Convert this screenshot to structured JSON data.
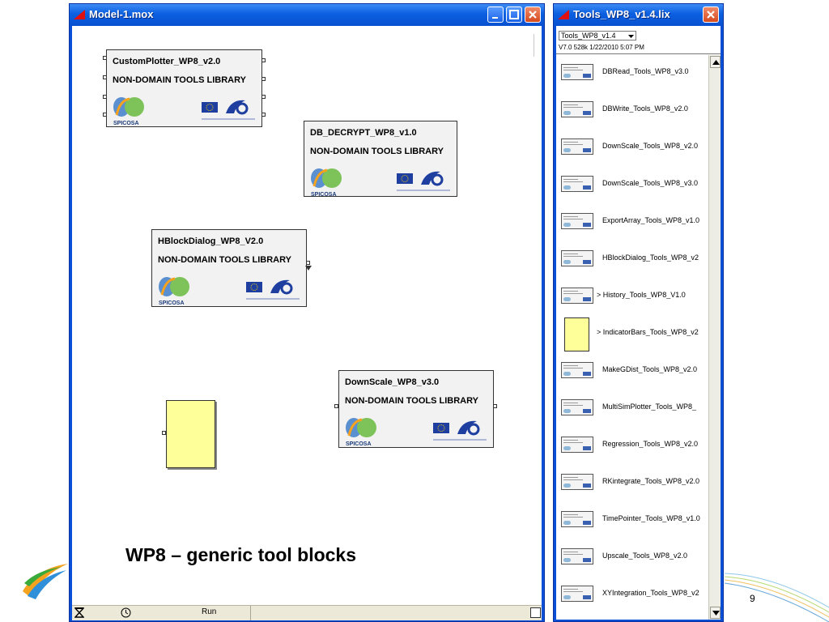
{
  "caption": "WP8 – generic tool blocks",
  "slide_number": "9",
  "model_window": {
    "title": "Model-1.mox",
    "status": {
      "run": "Run"
    },
    "blocks": [
      {
        "name": "CustomPlotter_WP8_v2.0",
        "library": "NON-DOMAIN TOOLS LIBRARY",
        "logo_text": "SPICOSA"
      },
      {
        "name": "DB_DECRYPT_WP8_v1.0",
        "library": "NON-DOMAIN TOOLS LIBRARY",
        "logo_text": "SPICOSA"
      },
      {
        "name": "HBlockDialog_WP8_V2.0",
        "library": "NON-DOMAIN TOOLS LIBRARY",
        "logo_text": "SPICOSA"
      },
      {
        "name": "DownScale_WP8_v3.0",
        "library": "NON-DOMAIN TOOLS LIBRARY",
        "logo_text": "SPICOSA"
      }
    ]
  },
  "tools_window": {
    "title": "Tools_WP8_v1.4.lix",
    "selector": "Tools_WP8_v1.4",
    "info": "V7.0   528k   1/22/2010 5:07 PM",
    "items": [
      {
        "label": "DBRead_Tools_WP8_v3.0"
      },
      {
        "label": "DBWrite_Tools_WP8_v2.0"
      },
      {
        "label": "DownScale_Tools_WP8_v2.0"
      },
      {
        "label": "DownScale_Tools_WP8_v3.0"
      },
      {
        "label": "ExportArray_Tools_WP8_v1.0"
      },
      {
        "label": "HBlockDialog_Tools_WP8_v2"
      },
      {
        "label": "> History_Tools_WP8_V1.0"
      },
      {
        "label": "> IndicatorBars_Tools_WP8_v2"
      },
      {
        "label": "MakeGDist_Tools_WP8_v2.0"
      },
      {
        "label": "MultiSimPlotter_Tools_WP8_"
      },
      {
        "label": "Regression_Tools_WP8_v2.0"
      },
      {
        "label": "RKintegrate_Tools_WP8_v2.0"
      },
      {
        "label": "TimePointer_Tools_WP8_v1.0"
      },
      {
        "label": "Upscale_Tools_WP8_v2.0"
      },
      {
        "label": "XYIntegration_Tools_WP8_v2"
      }
    ]
  }
}
